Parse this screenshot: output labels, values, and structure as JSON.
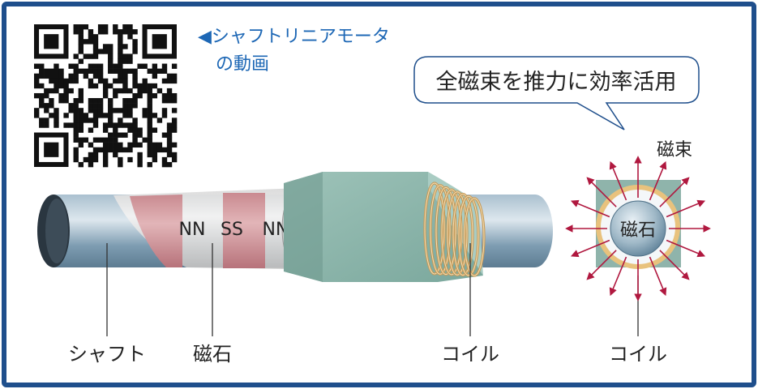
{
  "video_link": {
    "line1": "◀シャフトリニアモータ",
    "line2": "の動画"
  },
  "callout": "全磁束を推力に効率活用",
  "shaft_magnets": [
    "NN",
    "SS",
    "NN"
  ],
  "labels": {
    "shaft": "シャフト",
    "magnet": "磁石",
    "coil": "コイル",
    "cross_magnet": "磁石",
    "cross_coil": "コイル",
    "flux": "磁束"
  },
  "colors": {
    "border": "#1f4f8c",
    "link_text": "#1d67b5",
    "shaft": "#7a9cb2",
    "magnet_band": "#c7888d",
    "housing": "#8fb4ab",
    "coil": "#d6b27a",
    "flux_arrow": "#b0183f"
  }
}
